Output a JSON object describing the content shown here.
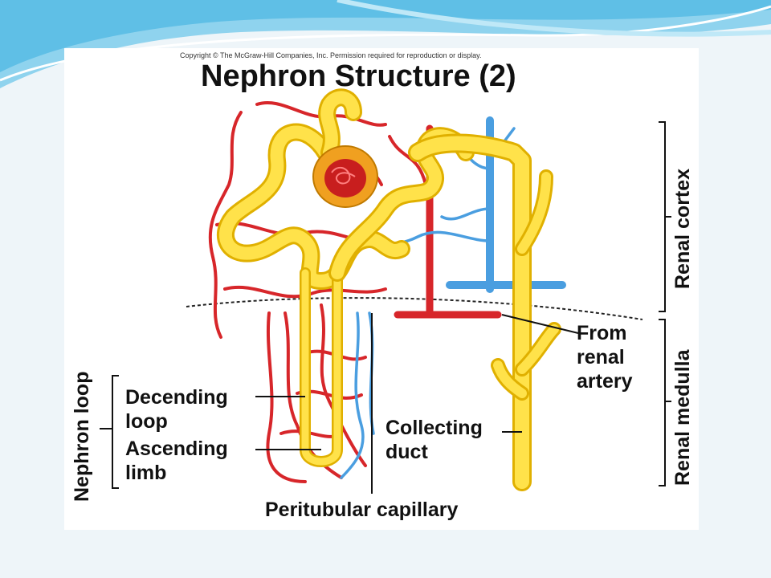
{
  "figure": {
    "copyright": "Copyright © The McGraw-Hill Companies, Inc. Permission required for reproduction or display.",
    "title": "Nephron Structure (2)"
  },
  "labels": {
    "renal_cortex": "Renal cortex",
    "renal_medulla": "Renal medulla",
    "nephron_loop": "Nephron loop",
    "decending_loop": "Decending loop",
    "ascending_limb": "Ascending limb",
    "peritubular_capillary": "Peritubular capillary",
    "collecting_duct": "Collecting duct",
    "from_renal_artery": "From renal artery"
  },
  "colors": {
    "tubule": "#ffe24a",
    "tubule_edge": "#e0b000",
    "artery": "#d7262a",
    "vein": "#4a9ee0",
    "capsule": "#f0a020"
  }
}
